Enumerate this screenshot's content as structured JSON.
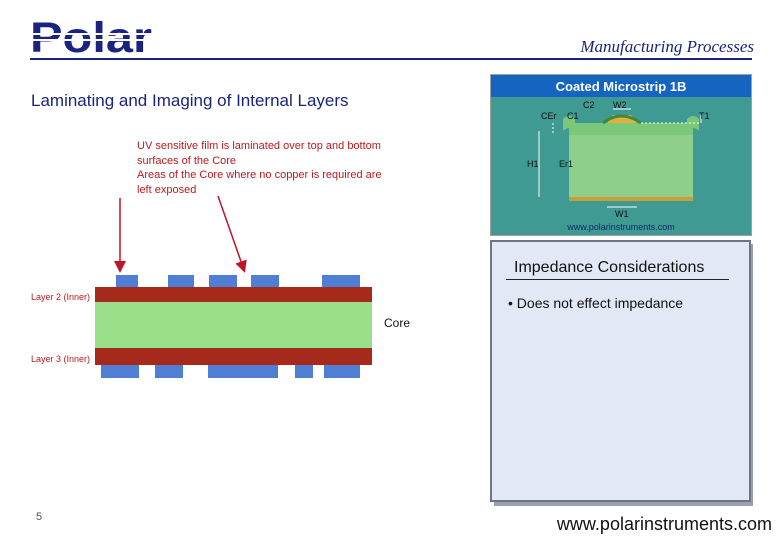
{
  "header": {
    "logo_text": "Polar",
    "title": "Manufacturing Processes"
  },
  "slide": {
    "title": "Laminating and Imaging of Internal Layers",
    "annotation_lines": [
      "UV sensitive film is laminated over top and bottom",
      "surfaces of the Core",
      "Areas of the Core where no copper is required are",
      "left exposed"
    ]
  },
  "stackup": {
    "layer2_label": "Layer 2 (Inner)",
    "layer3_label": "Layer 3 (Inner)",
    "core_label": "Core"
  },
  "microstrip": {
    "title": "Coated Microstrip 1B",
    "labels": [
      "C2",
      "W2",
      "CEr",
      "C1",
      "T1",
      "H1",
      "Er1",
      "W1"
    ],
    "url": "www.polarinstruments.com"
  },
  "impedance": {
    "title": "Impedance Considerations",
    "bullets": [
      "• Does not effect impedance"
    ]
  },
  "footer": {
    "page_number": "5",
    "url": "www.polarinstruments.com"
  },
  "colors": {
    "navy": "#1a237e",
    "annotation_red": "#b71c1c",
    "copper": "#a52a1c",
    "core_green": "#9ae08a",
    "film_blue": "#4f7fd4",
    "teal": "#3f9a93"
  }
}
